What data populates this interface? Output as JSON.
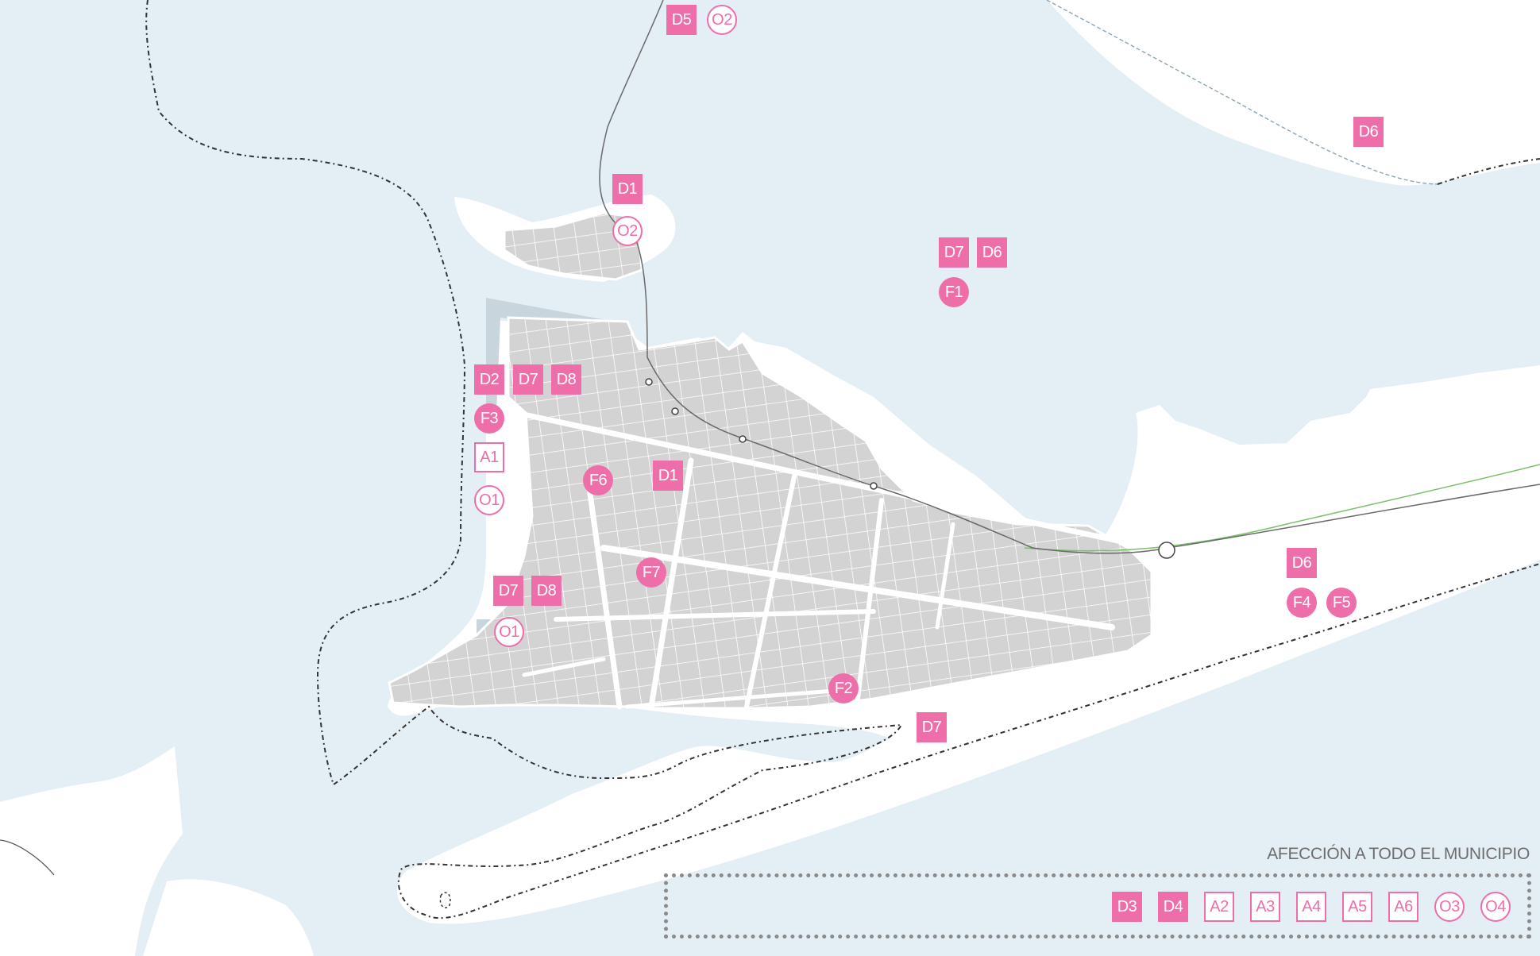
{
  "colors": {
    "water": "#e3eef5",
    "urban": "#d3d3d3",
    "street": "#ffffff",
    "marker": "#ee6eaa",
    "boundary": "#333333",
    "rail": "#6a6a6a",
    "green_road": "#7ac06a",
    "legend_text": "#6d6d6d"
  },
  "icons": {
    "filled_square": "filled-square-marker",
    "outlined_square": "outlined-square-marker",
    "filled_circle": "filled-circle-marker",
    "outlined_circle": "outlined-circle-marker"
  },
  "map_markers": [
    {
      "label": "D5",
      "style": "sq-fill"
    },
    {
      "label": "O2",
      "style": "ci-out"
    },
    {
      "label": "D6",
      "style": "sq-fill"
    },
    {
      "label": "D1",
      "style": "sq-fill"
    },
    {
      "label": "O2",
      "style": "ci-out"
    },
    {
      "label": "D7",
      "style": "sq-fill"
    },
    {
      "label": "D6",
      "style": "sq-fill"
    },
    {
      "label": "F1",
      "style": "ci-fill"
    },
    {
      "label": "D2",
      "style": "sq-fill"
    },
    {
      "label": "D7",
      "style": "sq-fill"
    },
    {
      "label": "D8",
      "style": "sq-fill"
    },
    {
      "label": "F3",
      "style": "ci-fill"
    },
    {
      "label": "A1",
      "style": "sq-out"
    },
    {
      "label": "O1",
      "style": "ci-out"
    },
    {
      "label": "F6",
      "style": "ci-fill"
    },
    {
      "label": "D1",
      "style": "sq-fill"
    },
    {
      "label": "F7",
      "style": "ci-fill"
    },
    {
      "label": "D7",
      "style": "sq-fill"
    },
    {
      "label": "D8",
      "style": "sq-fill"
    },
    {
      "label": "O1",
      "style": "ci-out"
    },
    {
      "label": "F2",
      "style": "ci-fill"
    },
    {
      "label": "D7",
      "style": "sq-fill"
    },
    {
      "label": "D6",
      "style": "sq-fill"
    },
    {
      "label": "F4",
      "style": "ci-fill"
    },
    {
      "label": "F5",
      "style": "ci-fill"
    }
  ],
  "legend": {
    "title": "AFECCIÓN A TODO EL MUNICIPIO",
    "items": [
      {
        "label": "D3",
        "style": "sq-fill"
      },
      {
        "label": "D4",
        "style": "sq-fill"
      },
      {
        "label": "A2",
        "style": "sq-out"
      },
      {
        "label": "A3",
        "style": "sq-out"
      },
      {
        "label": "A4",
        "style": "sq-out"
      },
      {
        "label": "A5",
        "style": "sq-out"
      },
      {
        "label": "A6",
        "style": "sq-out"
      },
      {
        "label": "O3",
        "style": "ci-out"
      },
      {
        "label": "O4",
        "style": "ci-out"
      }
    ]
  }
}
